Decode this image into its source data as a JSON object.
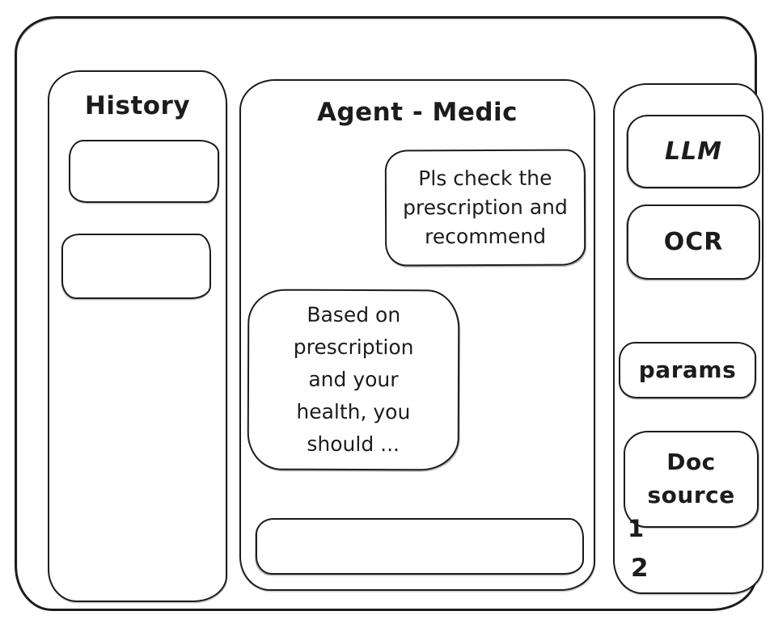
{
  "colors": {
    "ink": "#1c1c1c",
    "background": "#ffffff"
  },
  "history_panel": {
    "title": "History",
    "items": [
      {
        "label": ""
      },
      {
        "label": ""
      }
    ]
  },
  "chat_panel": {
    "title": "Agent - Medic",
    "messages": [
      {
        "role": "user",
        "text": "Pls check the prescription and recommend"
      },
      {
        "role": "assistant",
        "text": "Based on prescription and your health, you should ..."
      }
    ],
    "input": {
      "value": "",
      "placeholder": ""
    }
  },
  "tools_panel": {
    "buttons": [
      {
        "label": "LLM"
      },
      {
        "label": "OCR"
      },
      {
        "label": "params"
      },
      {
        "label": "Doc source"
      }
    ],
    "doc_source_list": [
      "1",
      "2"
    ]
  }
}
